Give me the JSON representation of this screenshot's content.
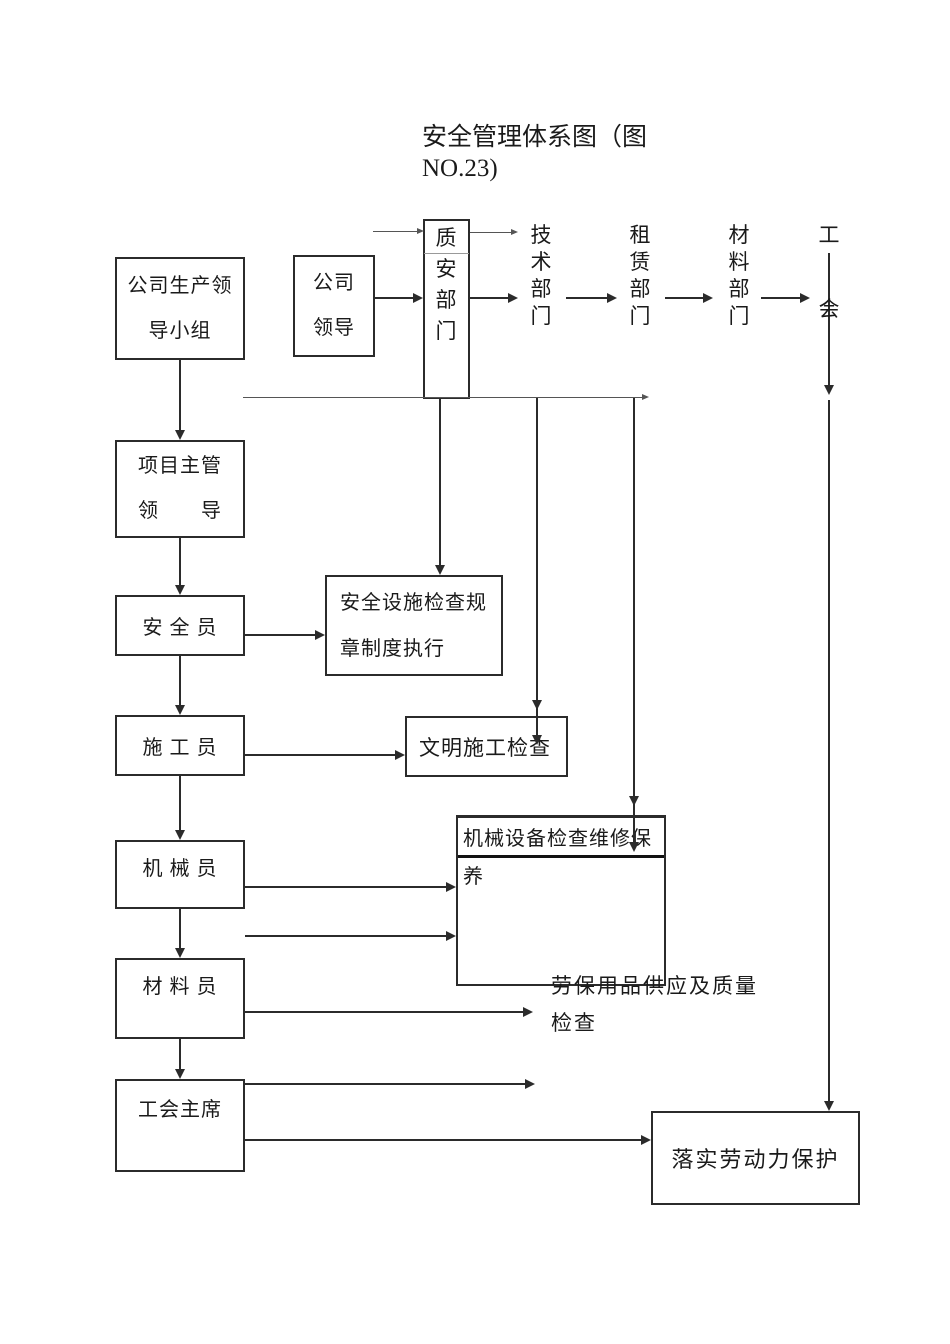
{
  "title": "安全管理体系图（图\nNO.23)",
  "nodes": {
    "company_group": "公司生产领\n导小组",
    "company_leader": "公司\n领导",
    "quality_safety_dept": "质\n安\n部\n门",
    "tech_dept": "技\n术\n部\n门",
    "rental_dept": "租\n赁\n部\n门",
    "material_dept": "材\n料\n部\n门",
    "union_char_top": "工",
    "union_char_bottom": "会",
    "project_supervisor": "项目主管\n领　　导",
    "safety_officer": "安 全 员",
    "safety_rules": "安全设施检查规\n章制度执行",
    "construction_officer": "施 工 员",
    "civilized_check": "文明施工检查",
    "machinery_officer": "机 械 员",
    "machinery_title": "机械设备检查维修保",
    "machinery_title2": "养",
    "material_officer": "材 料 员",
    "labor_supplies": "劳保用品供应及质量\n检查",
    "union_chairman": "工会主席",
    "labor_protection": "落实劳动力保护"
  },
  "colors": {
    "text": "#1a1a1a",
    "line": "#2b2b2b",
    "background": "#ffffff"
  }
}
